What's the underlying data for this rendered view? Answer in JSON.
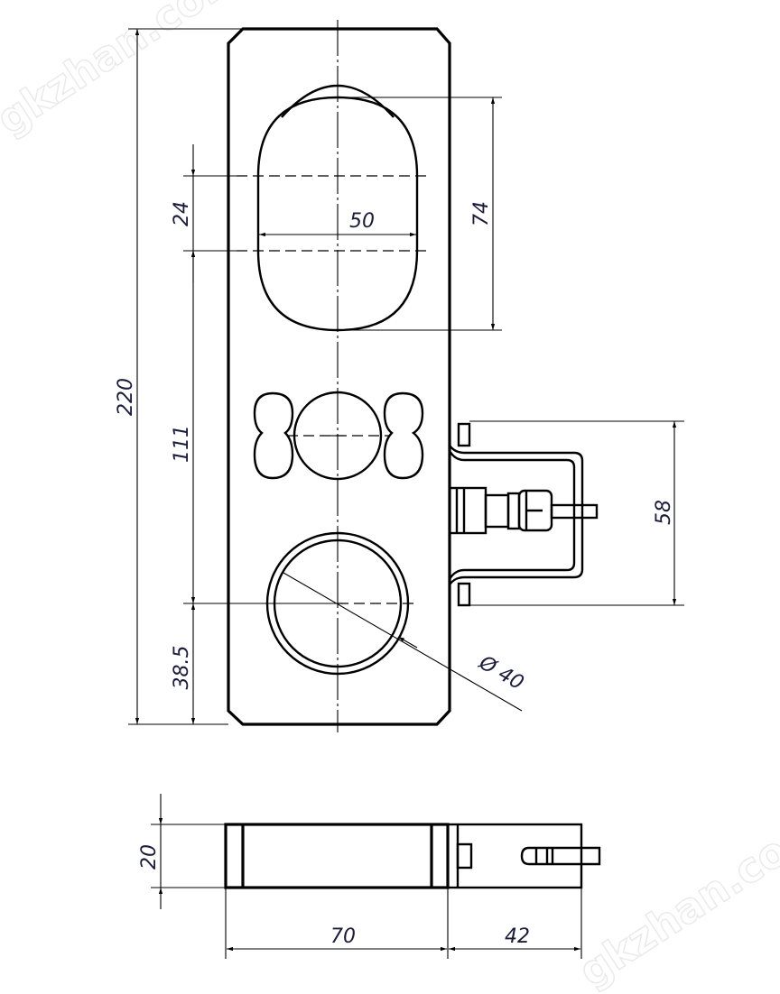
{
  "watermark": "gkzhan.com",
  "colors": {
    "line": "#000000",
    "dimension_text": "#1b1b3a",
    "background": "#ffffff",
    "watermark": "#e9e9e9"
  },
  "front_view": {
    "dimensions": {
      "overall_height": "220",
      "slot_center_height": "24",
      "slot_width": "50",
      "slot_outer_height": "74",
      "hole_center_spacing": "111",
      "bottom_hole_offset": "38.5",
      "bracket_height": "58",
      "bottom_hole_diameter": "Ø 40"
    }
  },
  "side_view": {
    "dimensions": {
      "thickness": "20",
      "body_length": "70",
      "connector_length": "42"
    }
  }
}
